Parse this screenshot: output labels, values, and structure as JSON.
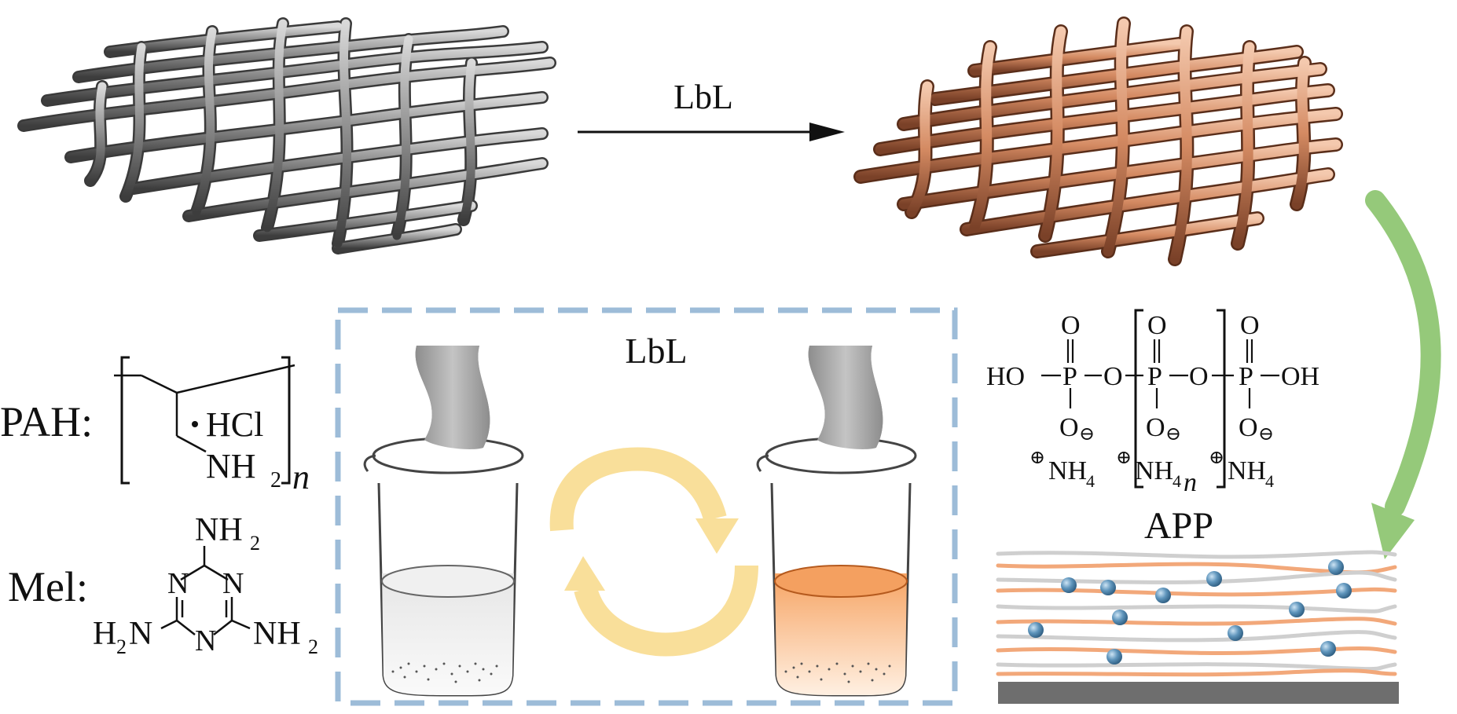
{
  "top_arrow_label": "LbL",
  "cycle_label": "LbL",
  "pah": {
    "label": "PAH:",
    "hcl": "HCl",
    "nh": "NH",
    "sub2": "2",
    "n": "n"
  },
  "mel": {
    "label": "Mel:",
    "nh": "NH",
    "h2n_h": "H",
    "h2n_n": "N",
    "sub2": "2",
    "ring_n": "N"
  },
  "app": {
    "label": "APP",
    "o": "O",
    "p": "P",
    "ho": "HO",
    "oh": "OH",
    "nh4": "NH",
    "sub4": "4",
    "minus": "⊖",
    "plus": "⊕",
    "n": "n"
  },
  "colors": {
    "gray_mesh": "#8a8a8a",
    "copper_mesh": "#d4906c",
    "dashed_box": "#9dbcd8",
    "cycle_arrow": "#f9df9a",
    "green_arrow": "#95c97a",
    "orange_liquid": "#f08a3a",
    "particle": "#4f86ab",
    "substrate": "#6e6e6e"
  }
}
